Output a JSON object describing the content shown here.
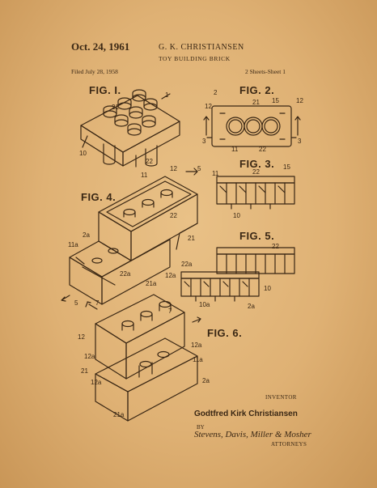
{
  "header": {
    "date": "Oct. 24, 1961",
    "inventor": "G. K. CHRISTIANSEN",
    "title": "TOY BUILDING BRICK",
    "filed": "Filed July 28, 1958",
    "sheets": "2 Sheets-Sheet 1"
  },
  "figures": {
    "fig1": "FIG. I.",
    "fig2": "FIG. 2.",
    "fig3": "FIG. 3.",
    "fig4": "FIG. 4.",
    "fig5": "FIG. 5.",
    "fig6": "FIG. 6."
  },
  "refs": {
    "r1": "1",
    "r21": "21",
    "r22": "22",
    "r10": "10",
    "r2": "2",
    "r12": "12",
    "r15": "15",
    "r3": "3",
    "r11": "11",
    "r5": "5",
    "r2a": "2a",
    "r11a": "11a",
    "r22a": "22a",
    "r21a": "21a",
    "r7": "7",
    "r12a": "12a",
    "r10a": "10a",
    "r2aa": "2a"
  },
  "signature": {
    "label": "INVENTOR",
    "name": "Godtfred Kirk Christiansen",
    "by": "BY",
    "attorneys_signature": "Stevens, Davis, Miller & Mosher",
    "attorneys": "ATTORNEYS"
  },
  "colors": {
    "paper": "#dfb174",
    "ink": "#3a2714"
  }
}
